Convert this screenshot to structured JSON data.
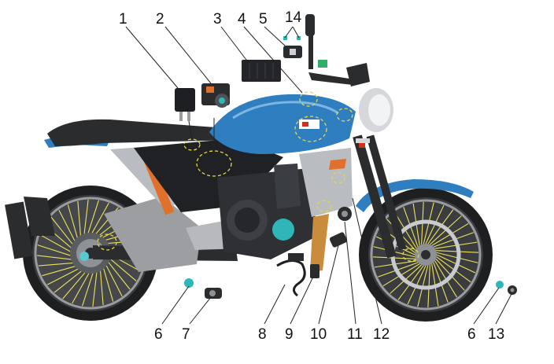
{
  "figure": {
    "description_labels": [],
    "callouts": [
      {
        "id": "c1",
        "label": "1"
      },
      {
        "id": "c2",
        "label": "2"
      },
      {
        "id": "c3",
        "label": "3"
      },
      {
        "id": "c4",
        "label": "4"
      },
      {
        "id": "c5",
        "label": "5"
      },
      {
        "id": "c14",
        "label": "14"
      },
      {
        "id": "c6a",
        "label": "6"
      },
      {
        "id": "c7",
        "label": "7"
      },
      {
        "id": "c8",
        "label": "8"
      },
      {
        "id": "c9",
        "label": "9"
      },
      {
        "id": "c10",
        "label": "10"
      },
      {
        "id": "c11",
        "label": "11"
      },
      {
        "id": "c12",
        "label": "12"
      },
      {
        "id": "c6b",
        "label": "6"
      },
      {
        "id": "c13",
        "label": "13"
      }
    ],
    "colors": {
      "tank_blue": "#2f7fc0",
      "frame_dark": "#2a2c2e",
      "rim_dark": "#1e1f21",
      "spoke_yellow": "#f0e35a",
      "silver": "#b9bcc0",
      "exhaust": "#9c9ea2",
      "sensor_green": "#2fb06a",
      "accent_orange": "#e0702a"
    }
  }
}
